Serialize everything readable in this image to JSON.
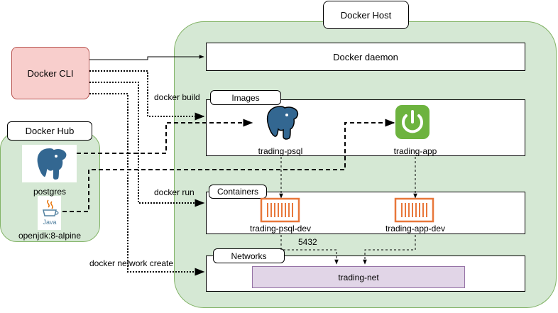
{
  "docker_host": {
    "title": "Docker Host",
    "daemon": "Docker daemon"
  },
  "cli": {
    "label": "Docker CLI"
  },
  "hub": {
    "title": "Docker Hub",
    "postgres": "postgres",
    "openjdk": "openjdk:8-alpine",
    "java_text": "Java"
  },
  "images": {
    "tab": "Images",
    "psql": "trading-psql",
    "app": "trading-app"
  },
  "containers": {
    "tab": "Containers",
    "psql_dev": "trading-psql-dev",
    "app_dev": "trading-app-dev"
  },
  "networks": {
    "tab": "Networks",
    "net": "trading-net",
    "port": "5432"
  },
  "commands": {
    "build": "docker build",
    "run": "docker run",
    "network_create": "docker network create"
  },
  "colors": {
    "host_fill": "#d5e8d4",
    "host_stroke": "#82b366",
    "cli_fill": "#f8cecc",
    "cli_stroke": "#b85450",
    "net_fill": "#e1d5e7",
    "net_stroke": "#9673a6",
    "container_orange": "#e8773a",
    "postgres_blue": "#336791",
    "spring_green": "#6db33f"
  },
  "icons": {
    "postgres": "postgres-elephant-icon",
    "java": "java-cup-icon",
    "spring": "spring-power-icon",
    "container": "container-icon"
  }
}
